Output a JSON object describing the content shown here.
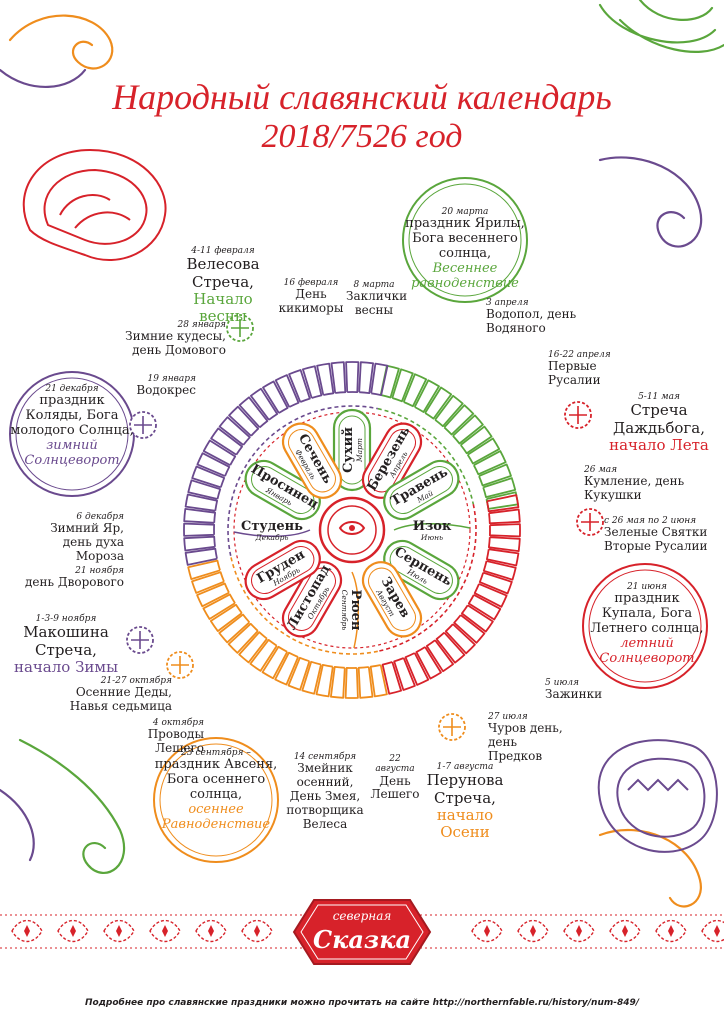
{
  "title": "Народный славянский календарь",
  "subtitle": "2018/7526 год",
  "colors": {
    "red": "#d7222a",
    "green": "#5aa63c",
    "purple": "#6a4a8e",
    "orange": "#ef8d1d",
    "dark": "#231f20"
  },
  "months": [
    {
      "name": "Сухий",
      "sub": "Март"
    },
    {
      "name": "Березень",
      "sub": "Апрель"
    },
    {
      "name": "Травень",
      "sub": "Май"
    },
    {
      "name": "Изок",
      "sub": "Июнь"
    },
    {
      "name": "Серпень",
      "sub": "Июль"
    },
    {
      "name": "Зарев",
      "sub": "Август"
    },
    {
      "name": "Рюен",
      "sub": "Сентябрь"
    },
    {
      "name": "Листопад",
      "sub": "Октябрь"
    },
    {
      "name": "Груден",
      "sub": "Ноябрь"
    },
    {
      "name": "Студень",
      "sub": "Декабрь"
    },
    {
      "name": "Просинец",
      "sub": "Январь"
    },
    {
      "name": "Сечень",
      "sub": "Февраль"
    }
  ],
  "events": {
    "e01": {
      "date": "4-11 февраля",
      "name": "Велесова Стреча,",
      "sub": "Начало весны"
    },
    "e02": {
      "date": "16 февраля",
      "name": "День кикиморы"
    },
    "e03": {
      "date": "8 марта",
      "name": "Заклички весны"
    },
    "e04": {
      "date": "20 марта",
      "name": "праздник Ярилы, Бога весеннего солнца,",
      "sub": "Весеннее равноденствие"
    },
    "e05": {
      "date": "3 апреля",
      "name": "Водопол, день Водяного"
    },
    "e06": {
      "date": "16-22 апреля",
      "name": "Первые Русалии"
    },
    "e07": {
      "date": "5-11 мая",
      "name": "Стреча Даждьбога,",
      "sub": "начало Лета"
    },
    "e08": {
      "date": "26 мая",
      "name": "Кумление, день Кукушки"
    },
    "e09": {
      "date": "с 26 мая по 2 июня",
      "name": "Зеленые Святки Вторые Русалии"
    },
    "e10": {
      "date": "21 июня",
      "name": "праздник Купала, Бога Летнего солнца,",
      "sub": "летний Солнцеворот"
    },
    "e11": {
      "date": "5 июля",
      "name": "Зажинки"
    },
    "e12": {
      "date": "27 июля",
      "name": "Чуров день, день Предков"
    },
    "e13": {
      "date": "1-7 августа",
      "name": "Перунова Стреча,",
      "sub": "начало Осени"
    },
    "e14": {
      "date": "22 августа",
      "name": "День Лешего"
    },
    "e15": {
      "date": "14 сентября",
      "name": "Змейник осенний, День Змея, потворщика Велеса"
    },
    "e16": {
      "date": "23 сентября –",
      "name": "праздник Авсеня, Бога осеннего солнца,",
      "sub": "осеннее Равноденствие"
    },
    "e17": {
      "date": "4 октября",
      "name": "Проводы Лешего"
    },
    "e18": {
      "date": "21-27 октября",
      "name": "Осенние Деды, Навья седьмица"
    },
    "e19": {
      "date": "1-3-9 ноября",
      "name": "Макошина Стреча,",
      "sub": "начало Зимы"
    },
    "e20": {
      "date": "21 ноября",
      "name": "день Дворового"
    },
    "e21": {
      "date": "6 декабря",
      "name": "Зимний Яр, день духа Мороза"
    },
    "e22": {
      "date": "21 декабря",
      "name": "праздник Коляды, Бога молодого Солнца,",
      "sub": "зимний Солнцеворот"
    },
    "e23": {
      "date": "19 января",
      "name": "Водокрес"
    },
    "e24": {
      "date": "28 января",
      "name": "Зимние кудесы, день Домового"
    }
  },
  "logo": {
    "top": "северная",
    "main": "Сказка"
  },
  "footer": "Подробнее про славянские праздники можно прочитать на сайте http://northernfable.ru/history/num-849/"
}
